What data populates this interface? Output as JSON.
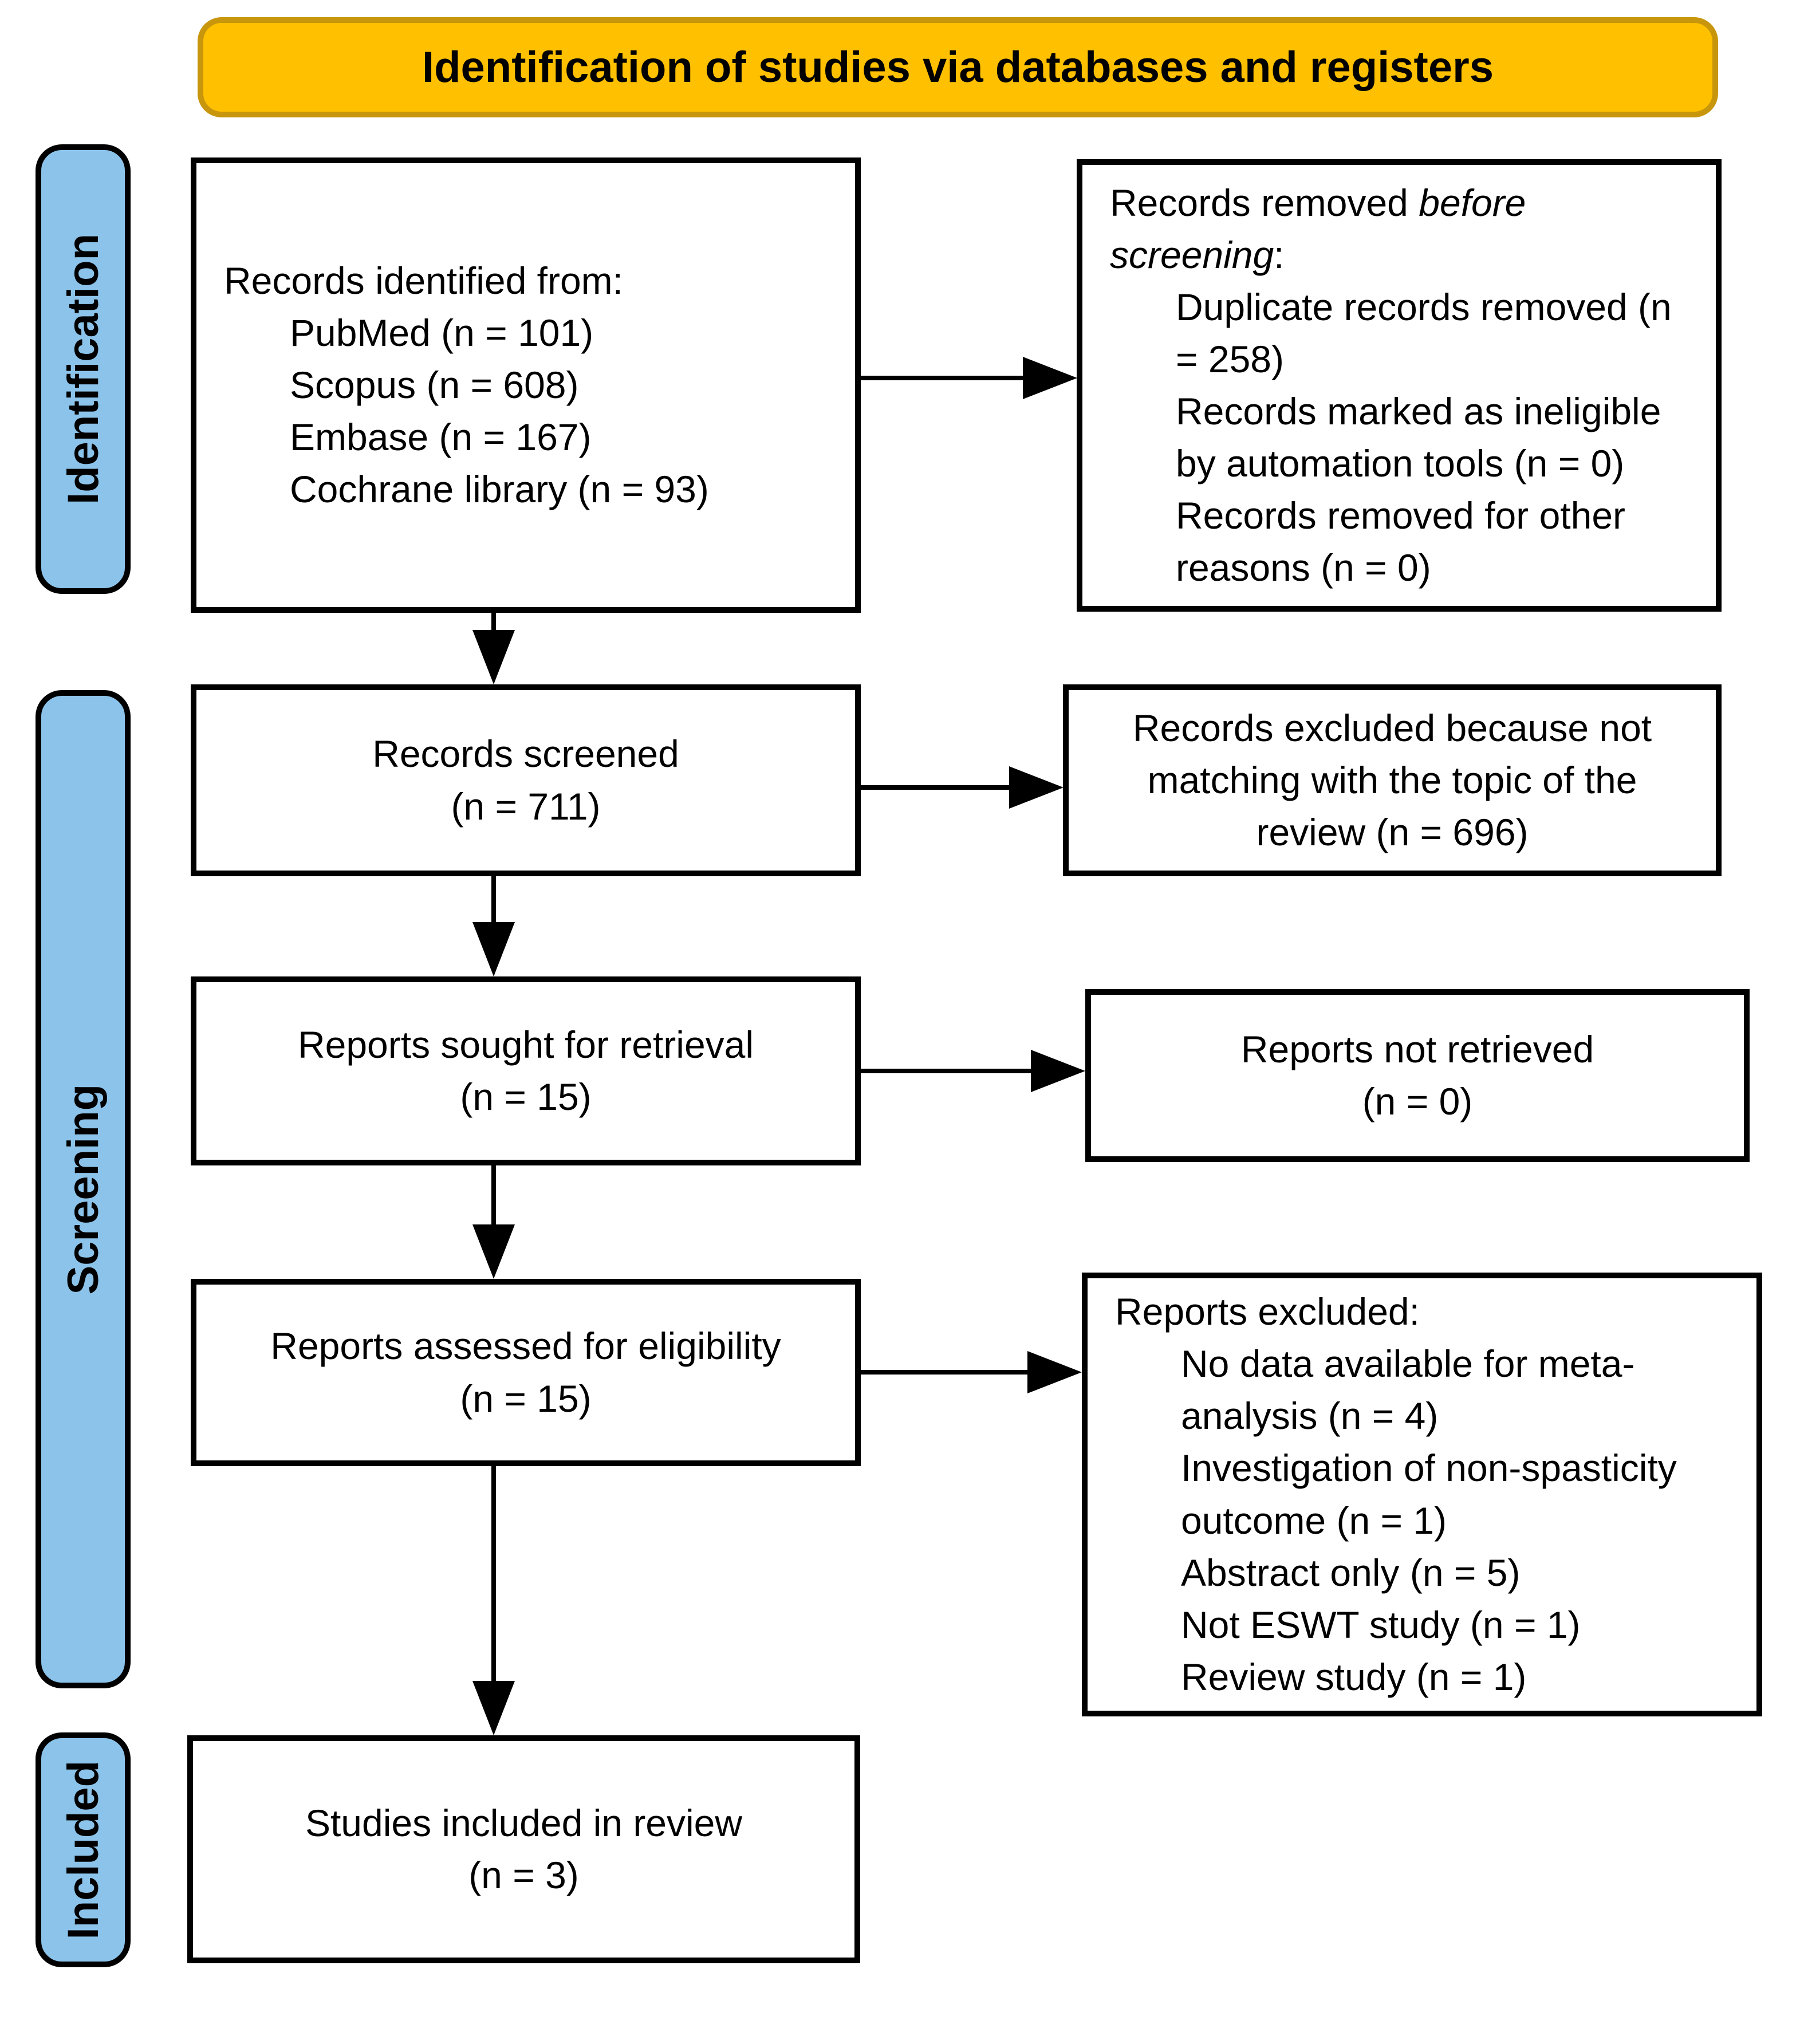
{
  "header": {
    "title": "Identification of studies via databases and registers"
  },
  "stages": {
    "identification": "Identification",
    "screening": "Screening",
    "included": "Included"
  },
  "boxes": {
    "identified": {
      "intro": "Records identified from:",
      "items": [
        "PubMed (n = 101)",
        "Scopus (n = 608)",
        "Embase (n = 167)",
        "Cochrane library (n = 93)"
      ]
    },
    "removed_before_screening": {
      "intro_prefix": "Records removed",
      "intro_italic": "before screening",
      "intro_suffix": ":",
      "items": [
        "Duplicate records removed (n = 258)",
        "Records marked as ineligible by automation tools (n = 0)",
        "Records removed for other reasons (n = 0)"
      ]
    },
    "screened": {
      "title": "Records screened",
      "count": "(n = 711)"
    },
    "excluded_not_matching": {
      "text": "Records excluded because not matching with the topic of the review (n = 696)"
    },
    "sought": {
      "title": "Reports sought for retrieval",
      "count": "(n = 15)"
    },
    "not_retrieved": {
      "title": "Reports not retrieved",
      "count": "(n = 0)"
    },
    "assessed": {
      "title": "Reports assessed for eligibility",
      "count": "(n = 15)"
    },
    "reports_excluded": {
      "intro": "Reports excluded:",
      "items": [
        "No data available for meta-analysis (n = 4)",
        "Investigation of non-spasticity outcome (n = 1)",
        "Abstract only (n = 5)",
        "Not ESWT study (n = 1)",
        "Review study (n = 1)"
      ]
    },
    "included_review": {
      "title": "Studies included in review",
      "count": "(n = 3)"
    }
  },
  "colors": {
    "header_fill": "#FFC000",
    "header_border": "#C8960C",
    "stage_fill": "#8CC3EA",
    "outline": "#000000",
    "text": "#000000",
    "background": "#FFFFFF"
  }
}
